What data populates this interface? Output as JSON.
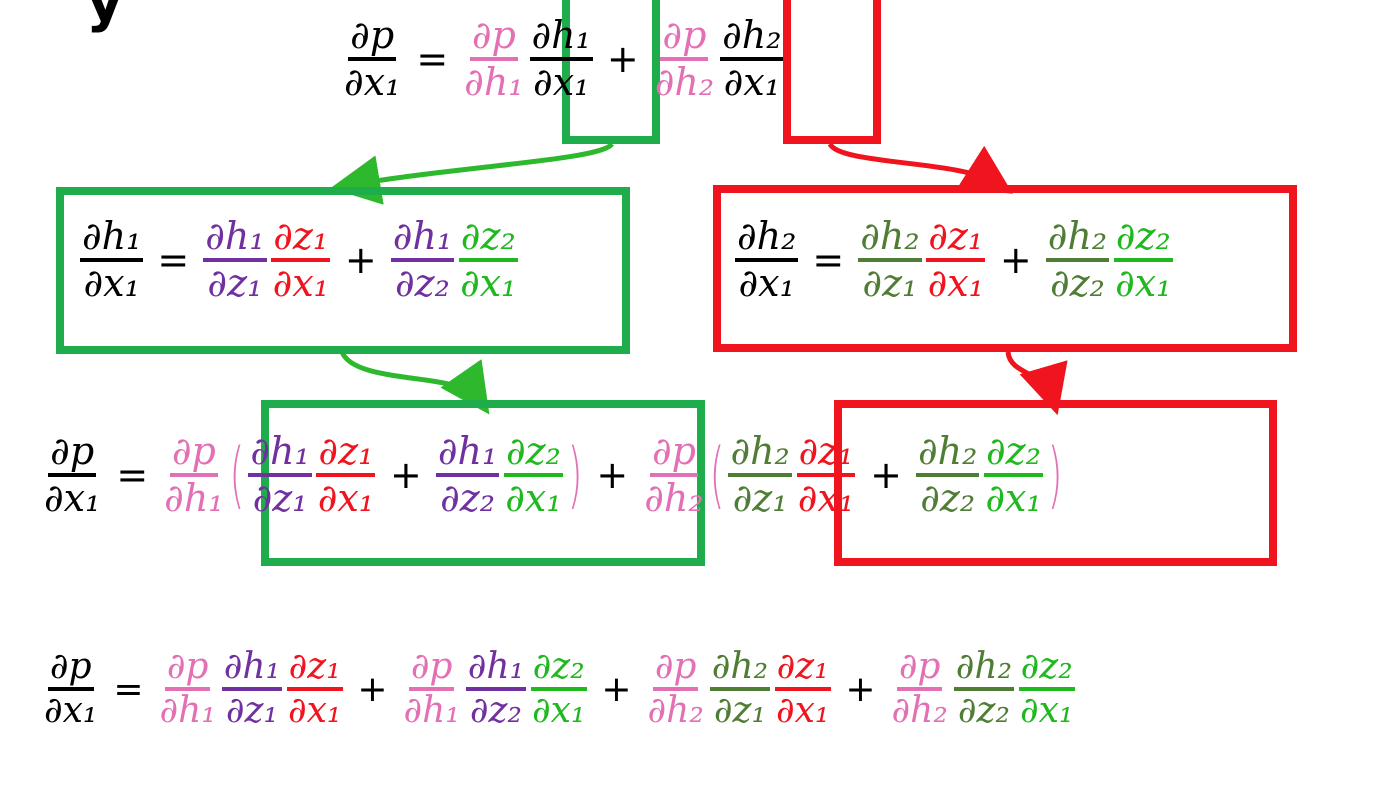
{
  "colors": {
    "black": "#000000",
    "pink": "#e36fb5",
    "purple": "#7030a0",
    "red": "#f0141e",
    "green": "#1fb81f",
    "olive": "#507d35",
    "box_green": "#1fac4b",
    "box_red": "#f0141e"
  },
  "symbols": {
    "dp": "∂p",
    "dh1": "∂h₁",
    "dh2": "∂h₂",
    "dx1": "∂x₁",
    "dz1": "∂z₁",
    "dz2": "∂z₂",
    "eq": "=",
    "plus": "+",
    "lparen": "(",
    "rparen": ")"
  },
  "title_fragment": "y",
  "equations": {
    "top": "∂p/∂x₁ = ∂p/∂h₁ · ∂h₁/∂x₁ + ∂p/∂h₂ · ∂h₂/∂x₁",
    "h1": "∂h₁/∂x₁ = ∂h₁/∂z₁ · ∂z₁/∂x₁ + ∂h₁/∂z₂ · ∂z₂/∂x₁",
    "h2": "∂h₂/∂x₁ = ∂h₂/∂z₁ · ∂z₁/∂x₁ + ∂h₂/∂z₂ · ∂z₂/∂x₁",
    "substituted": "∂p/∂x₁ = ∂p/∂h₁ (∂h₁/∂z₁ · ∂z₁/∂x₁ + ∂h₁/∂z₂ · ∂z₂/∂x₁) + ∂p/∂h₂ (∂h₂/∂z₁ · ∂z₁/∂x₁ + ∂h₂/∂z₂ · ∂z₂/∂x₁)",
    "expanded": "∂p/∂x₁ = ∂p/∂h₁ · ∂h₁/∂z₁ · ∂z₁/∂x₁ + ∂p/∂h₁ · ∂h₁/∂z₂ · ∂z₂/∂x₁ + ∂p/∂h₂ · ∂h₂/∂z₁ · ∂z₁/∂x₁ + ∂p/∂h₂ · ∂h₂/∂z₂ · ∂z₂/∂x₁"
  }
}
